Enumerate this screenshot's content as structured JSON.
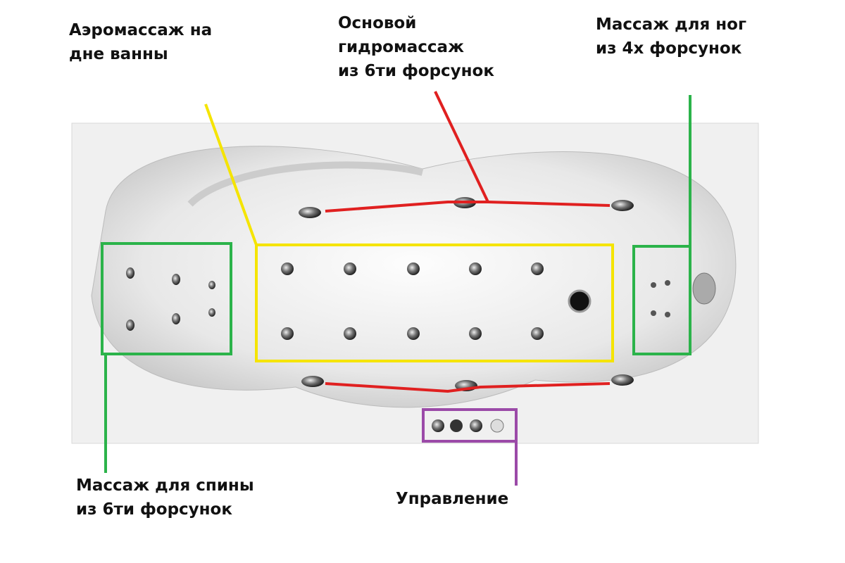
{
  "labels": {
    "aero": {
      "line1": "Аэромассаж на",
      "line2": "дне ванны"
    },
    "hydro": {
      "line1": "Основой",
      "line2": "гидромассаж",
      "line3": "из 6ти форсунок"
    },
    "feet": {
      "line1": "Массаж для ног",
      "line2": "из 4х форсунок"
    },
    "back": {
      "line1": "Массаж для спины",
      "line2": "из 6ти форсунок"
    },
    "control": {
      "line1": "Управление"
    }
  },
  "colors": {
    "aero": "#f5e400",
    "hydro": "#e02020",
    "back": "#2bb34a",
    "feet": "#2bb34a",
    "control": "#9b4aa8"
  }
}
